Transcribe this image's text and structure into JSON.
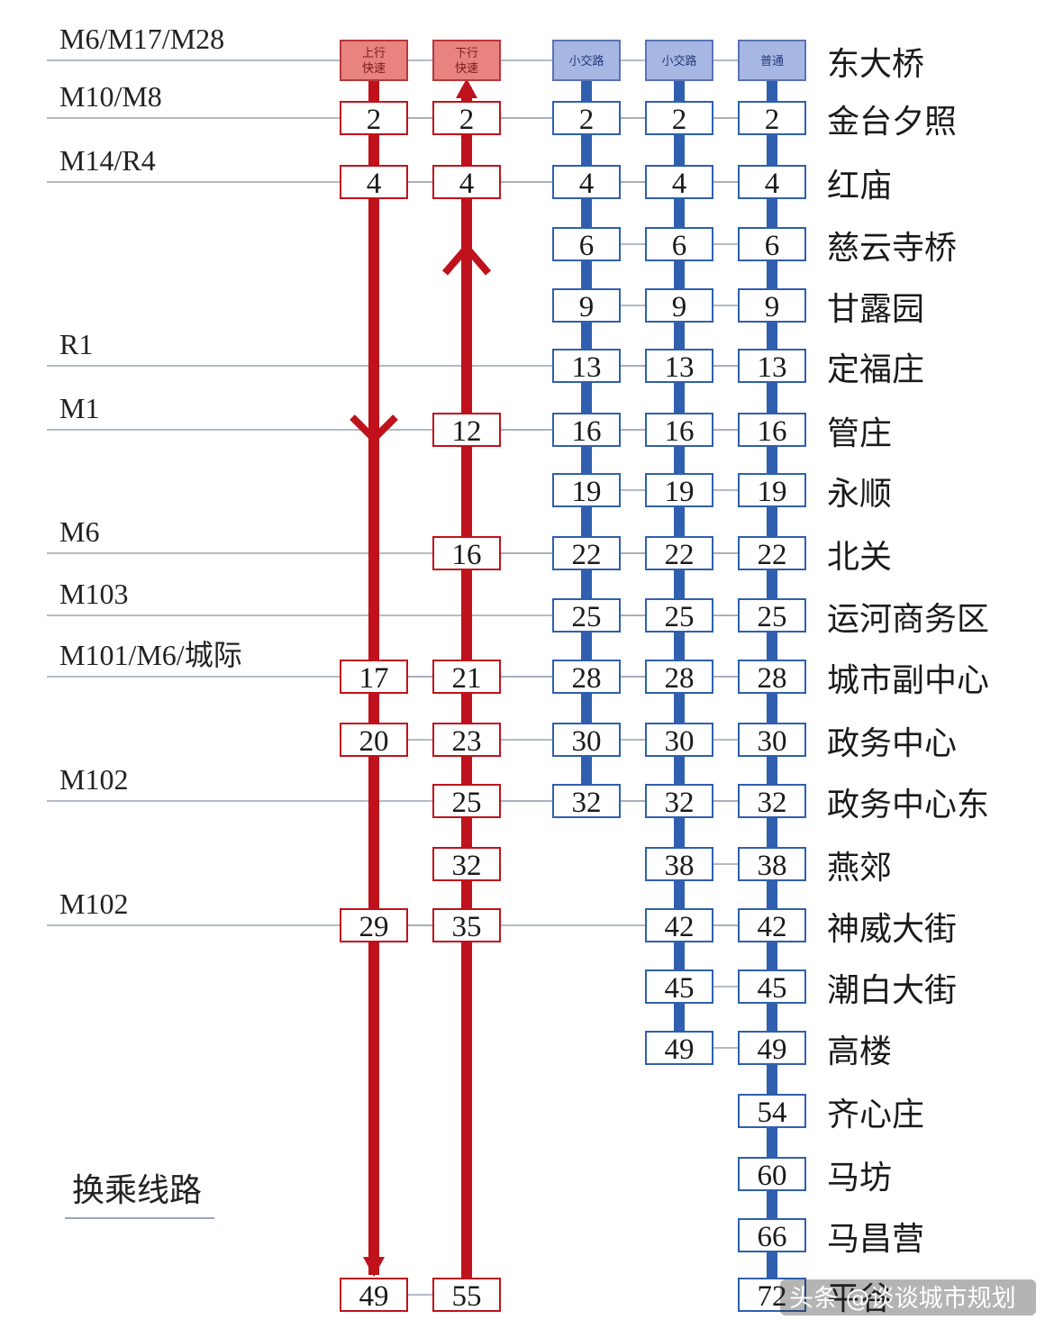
{
  "interchange_lines": [
    {
      "row": 0,
      "label": "M6/M17/M28"
    },
    {
      "row": 1,
      "label": "M10/M8"
    },
    {
      "row": 2,
      "label": "M14/R4"
    },
    {
      "row": 5,
      "label": "R1"
    },
    {
      "row": 6,
      "label": "M1"
    },
    {
      "row": 8,
      "label": "M6"
    },
    {
      "row": 9,
      "label": "M103"
    },
    {
      "row": 10,
      "label": "M101/M6/城际"
    },
    {
      "row": 12,
      "label": "M102"
    },
    {
      "row": 14,
      "label": "M102"
    }
  ],
  "stations": [
    "东大桥",
    "金台夕照",
    "红庙",
    "慈云寺桥",
    "甘露园",
    "定福庄",
    "管庄",
    "永顺",
    "北关",
    "运河商务区",
    "城市副中心",
    "政务中心",
    "政务中心东",
    "燕郊",
    "神威大街",
    "潮白大街",
    "高楼",
    "齐心庄",
    "马坊",
    "马昌营",
    "平谷"
  ],
  "services": [
    {
      "header": "上行快速",
      "color": "#c0121c",
      "times": [
        null,
        "2",
        "4",
        null,
        null,
        null,
        null,
        null,
        null,
        null,
        "17",
        "20",
        null,
        null,
        "29",
        null,
        null,
        null,
        null,
        null,
        "49"
      ]
    },
    {
      "header": "下行快速",
      "color": "#c0121c",
      "times": [
        null,
        "2",
        "4",
        null,
        null,
        null,
        "12",
        null,
        "16",
        null,
        "21",
        "23",
        "25",
        "32",
        "35",
        null,
        null,
        null,
        null,
        null,
        "55"
      ]
    },
    {
      "header": "小交路",
      "color": "#2f5fae",
      "times": [
        null,
        "2",
        "4",
        "6",
        "9",
        "13",
        "16",
        "19",
        "22",
        "25",
        "28",
        "30",
        "32",
        null,
        null,
        null,
        null,
        null,
        null,
        null,
        null
      ]
    },
    {
      "header": "小交路",
      "color": "#2f5fae",
      "times": [
        null,
        "2",
        "4",
        "6",
        "9",
        "13",
        "16",
        "19",
        "22",
        "25",
        "28",
        "30",
        "32",
        "38",
        "42",
        "45",
        "49",
        null,
        null,
        null,
        null
      ]
    },
    {
      "header": "普通",
      "color": "#2f5fae",
      "times": [
        null,
        "2",
        "4",
        "6",
        "9",
        "13",
        "16",
        "19",
        "22",
        "25",
        "28",
        "30",
        "32",
        "38",
        "42",
        "45",
        "49",
        "54",
        "60",
        "66",
        "72"
      ]
    }
  ],
  "legend": {
    "label": "换乘线路"
  },
  "watermark": "头条 @谈谈城市规划"
}
